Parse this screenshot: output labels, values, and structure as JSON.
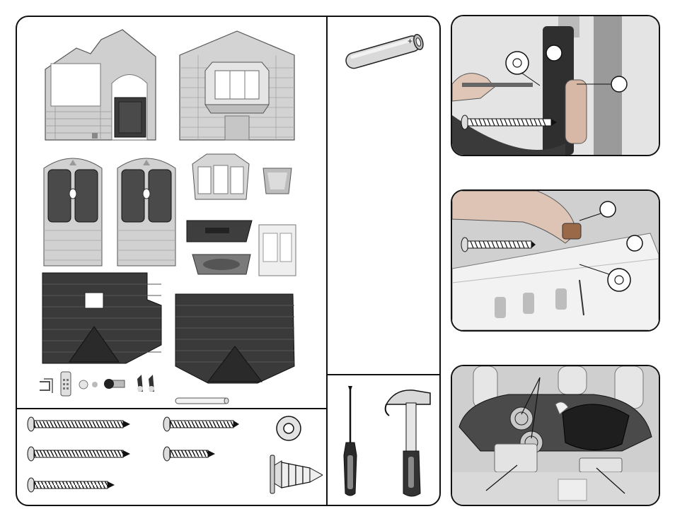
{
  "document": {
    "parts_panel": {
      "battery_polarity_mark": "+",
      "components": [
        "front-wall-with-window-and-door",
        "side-wall-with-bay-window",
        "left-door-panel",
        "right-door-panel",
        "bay-window-frame",
        "window-shade-piece",
        "mail-slot-piece",
        "sink-tray-piece",
        "window-box-piece",
        "roof-panel-with-skylight",
        "roof-panel",
        "phone-and-small-accessories",
        "rod"
      ]
    },
    "hardware": {
      "screws": [
        {
          "id": "long-screw"
        },
        {
          "id": "medium-screw"
        },
        {
          "id": "long-screw-2"
        },
        {
          "id": "short-screw"
        },
        {
          "id": "medium-screw-2"
        }
      ],
      "washer": "washer",
      "anchor": "push-pin-anchor"
    },
    "tools": [
      "phillips-screwdriver",
      "claw-hammer"
    ],
    "steps": [
      {
        "id": "step-1",
        "callouts": [
          "filled-circle",
          "washer",
          "empty-circle"
        ]
      },
      {
        "id": "step-2",
        "callouts": [
          "empty-circle",
          "empty-circle",
          "washer"
        ]
      },
      {
        "id": "step-3",
        "callouts": [
          "burner-pointer",
          "label-pointer"
        ]
      }
    ]
  }
}
